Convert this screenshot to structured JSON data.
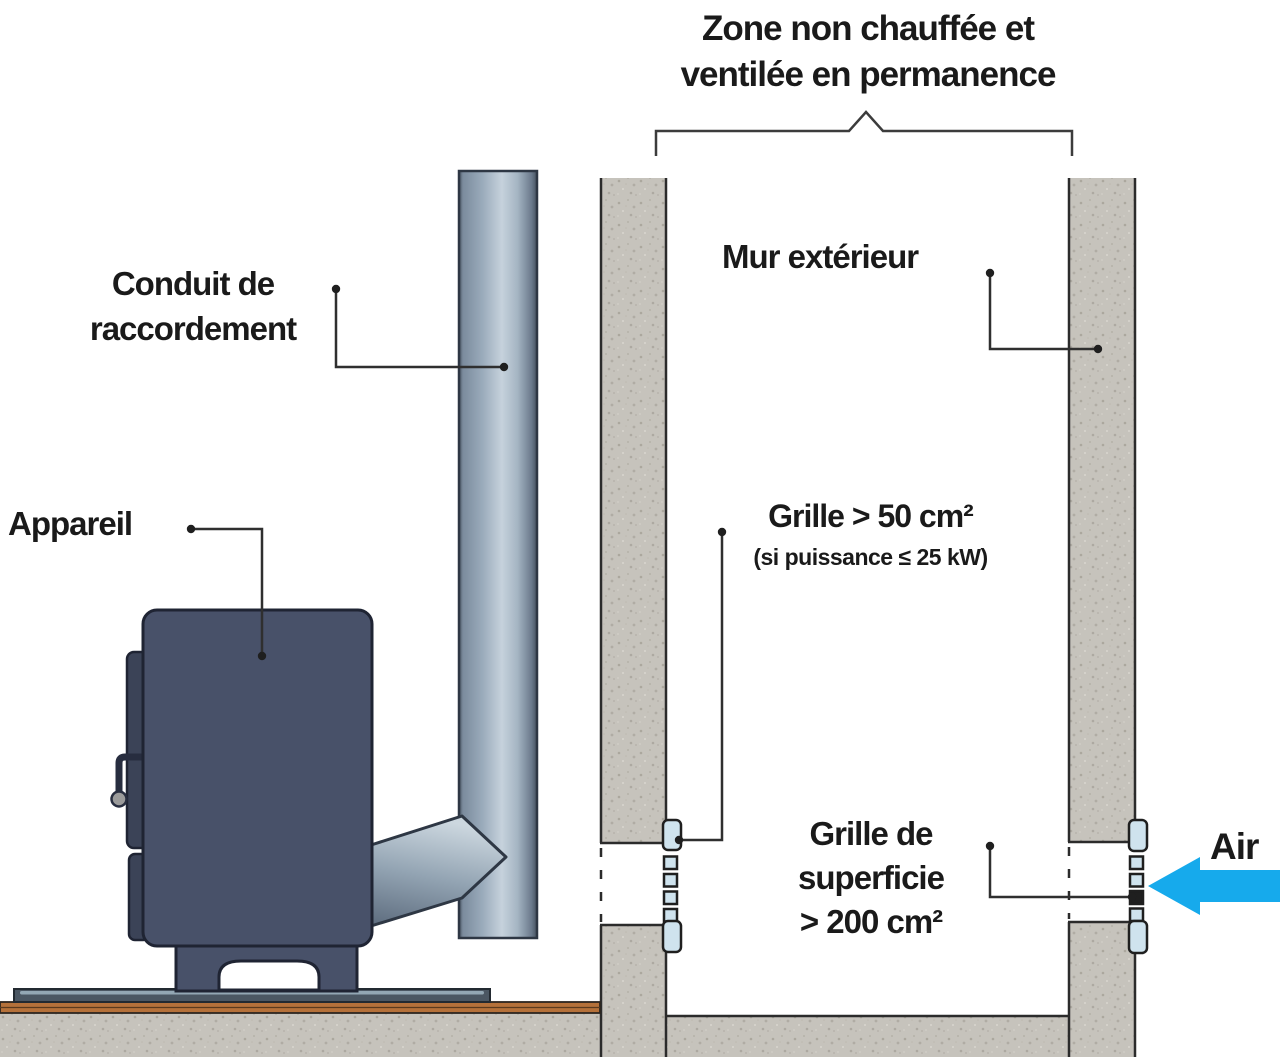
{
  "diagram": {
    "title_line1": "Zone non chauffée et",
    "title_line2": "ventilée en permanence",
    "labels": {
      "conduit_line1": "Conduit de",
      "conduit_line2": "raccordement",
      "appareil": "Appareil",
      "mur_exterieur": "Mur extérieur",
      "grille_50": "Grille > 50 cm²",
      "grille_50_condition": "(si puissance ≤ 25 kW)",
      "grille_200_line1": "Grille de",
      "grille_200_line2": "superficie",
      "grille_200_line3": "> 200 cm²",
      "air": "Air"
    },
    "colors": {
      "appliance_body": "#485169",
      "appliance_trim": "#3b4357",
      "flue_pipe_light": "#c6d2dc",
      "flue_pipe_dark": "#46525f",
      "wall_concrete": "#c6c3bc",
      "air_arrow": "#16aaec",
      "hearth_line_orange": "#b5713a",
      "grille_fill": "#cfe3ee",
      "leader_line": "#2f2f2f",
      "hearth_plate": "#4b5763"
    }
  }
}
